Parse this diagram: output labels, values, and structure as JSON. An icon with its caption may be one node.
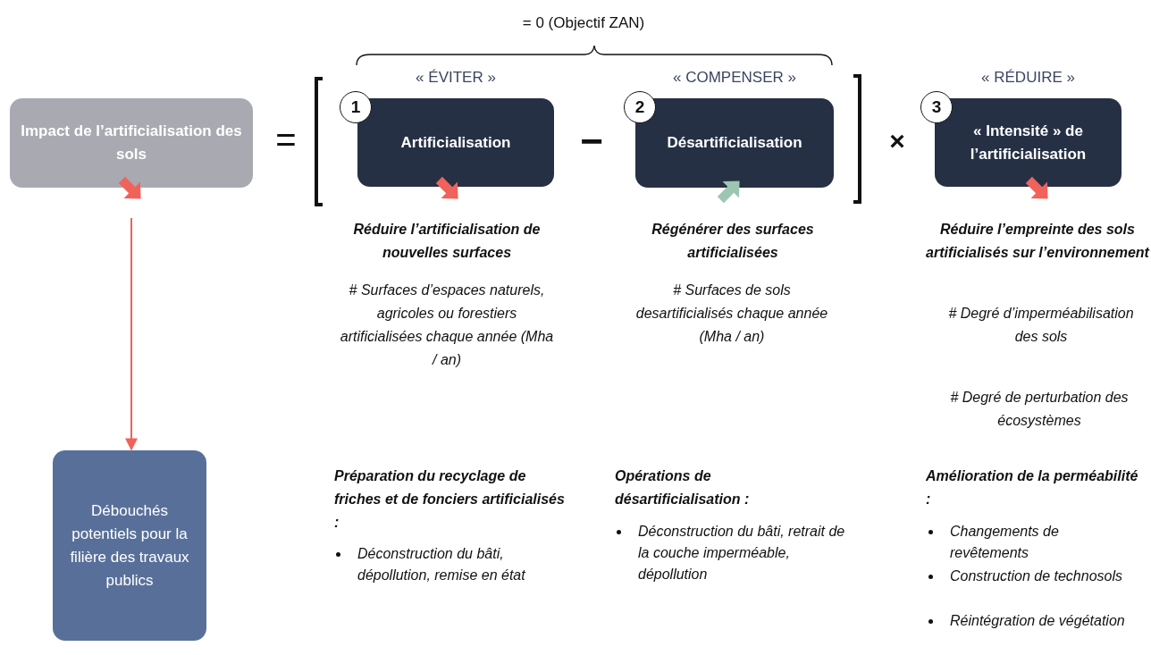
{
  "diagram": {
    "nodes": [
      {
        "text": [
          "Impact de l’artificialisation des sols"
        ]
      },
      {
        "text": [
          "1"
        ]
      },
      {
        "text": [
          "« ÉVITER »",
          "Artificialisation"
        ]
      },
      {
        "text": [
          "2"
        ]
      },
      {
        "text": [
          "« COMPENSER »",
          "Désartificialisation"
        ]
      },
      {
        "text": [
          "3"
        ]
      },
      {
        "text": [
          "« RÉDUIRE »",
          "« Intensité » de l’artificialisation"
        ]
      },
      {
        "text": [
          "Débouchés potentiels pour la filière des travaux publics"
        ]
      }
    ],
    "edges": [
      {
        "from": 0,
        "to": 7,
        "arrow": "to"
      }
    ],
    "labels": [
      "= 0 (Objectif ZAN)",
      "=",
      "−",
      "×",
      "Réduire l’artificialisation de nouvelles surfaces",
      "# Surfaces d’espaces naturels, agricoles ou forestiers artificialisées chaque année (Mha / an)",
      "Régénérer des surfaces artificialisées",
      "# Surfaces de sols desartificialisés chaque année (Mha / an)",
      "Réduire l’empreinte des sols artificialisés sur l’environnement",
      "# Degré d’imperméabilisation des sols",
      "# Degré de perturbation des écosystèmes",
      "Préparation du recyclage de friches et de fonciers artificialisés :",
      "Déconstruction du bâti, dépollution, remise en état",
      "Opérations de désartificialisation :",
      "Déconstruction du bâti, retrait de la couche imperméable, dépollution",
      "Amélioration de la perméabilité :",
      "Changements de revêtements",
      "Construction de technosols",
      "Réintégration de végétation"
    ]
  }
}
